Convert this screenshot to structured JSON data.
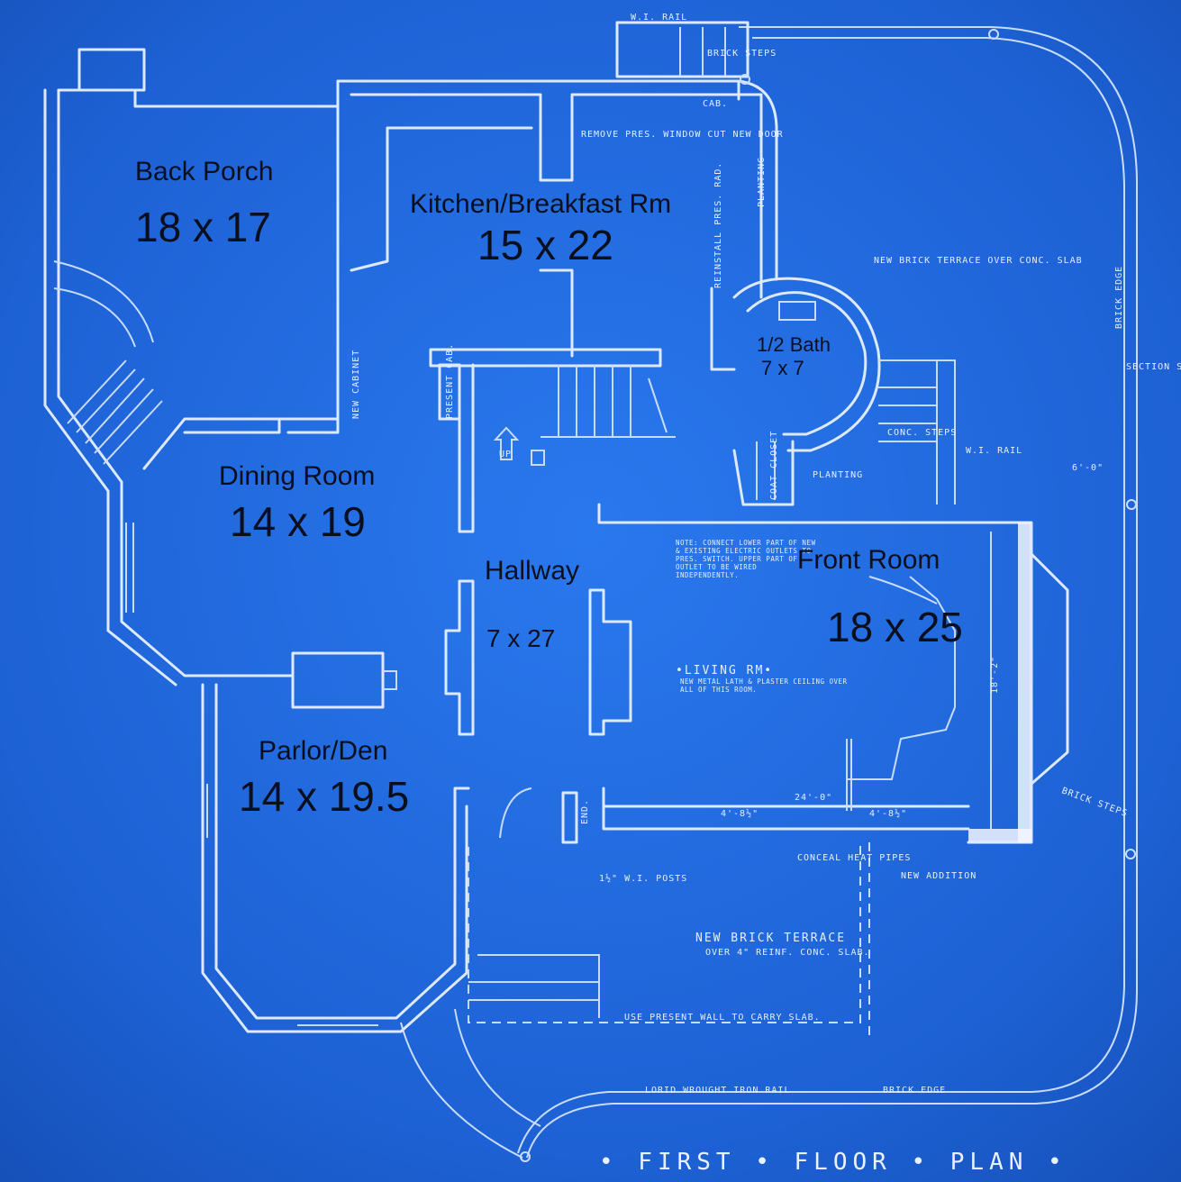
{
  "title": "• FIRST • FLOOR • PLAN •",
  "rooms": [
    {
      "name": "Back Porch",
      "dims": "18 x 17"
    },
    {
      "name": "Kitchen/Breakfast Rm",
      "dims": "15 x 22"
    },
    {
      "name": "1/2 Bath",
      "dims": "7 x 7"
    },
    {
      "name": "Dining Room",
      "dims": "14 x 19"
    },
    {
      "name": "Hallway",
      "dims": "7 x 27"
    },
    {
      "name": "Front Room",
      "dims": "18 x 25"
    },
    {
      "name": "Parlor/Den",
      "dims": "14 x 19.5"
    }
  ],
  "notes": {
    "wi_rail_top": "W.I. RAIL",
    "brick_steps": "BRICK STEPS",
    "remove_window": "REMOVE PRES. WINDOW CUT NEW DOOR",
    "cab": "CAB.",
    "planting_top": "PLANTING",
    "reinstall_pres_rad": "REINSTALL PRES. RAD.",
    "new_brick_terrace_top": "NEW BRICK TERRACE OVER CONC. SLAB",
    "brick_edge_right": "BRICK EDGE",
    "section": "SECTION SEE SH.",
    "conc_steps": "CONC. STEPS",
    "wi_rail_mid": "W.I. RAIL",
    "planting_mid": "PLANTING",
    "coat_closet": "COAT CLOSET",
    "present_cab": "PRESENT CAB.",
    "new_cabinet": "NEW CABINET",
    "up": "UP",
    "note_text": "NOTE: CONNECT LOWER PART OF NEW & EXISTING ELECTRIC OUTLETS TO PRES. SWITCH. UPPER PART OF OUTLET TO BE WIRED INDEPENDENTLY.",
    "living_rm": "•LIVING RM•",
    "ceiling_note": "NEW METAL LATH & PLASTER CEILING OVER ALL OF THIS ROOM.",
    "dim_24": "24'-0\"",
    "dim_4_8a": "4'-8½\"",
    "dim_4_8b": "4'-8½\"",
    "dim_18_2": "18'-2\"",
    "dim_6_0": "6'-0\"",
    "conceal_heat": "CONCEAL HEAT PIPES",
    "new_addition": "NEW ADDITION",
    "wi_posts": "1½\" W.I. POSTS",
    "brick_steps_right": "BRICK STEPS",
    "new_brick_terrace_bottom": "NEW BRICK TERRACE",
    "terrace_slab": "OVER 4\" REINF. CONC. SLAB.",
    "use_present_wall": "USE PRESENT WALL TO CARRY SLAB.",
    "wrought_iron": "LORID WROUGHT IRON RAIL",
    "brick_edge_bottom": "BRICK EDGE",
    "end_label": "END."
  }
}
